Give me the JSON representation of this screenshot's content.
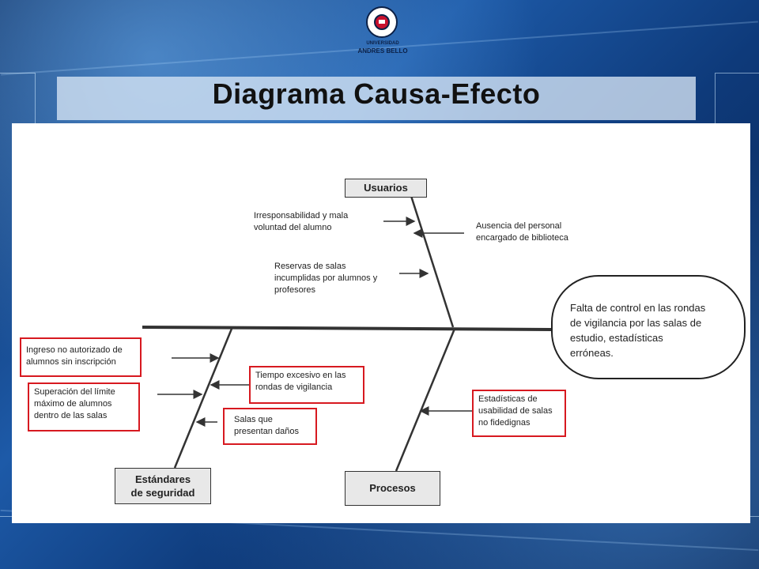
{
  "logo": {
    "line1": "UNIVERSIDAD",
    "line2": "ANDRES BELLO"
  },
  "slide": {
    "title": "Diagrama Causa-Efecto"
  },
  "effect": {
    "lines": [
      "Falta de control en las rondas",
      "de vigilancia por las salas de",
      "estudio, estadísticas",
      "erróneas."
    ]
  },
  "categories": {
    "usuarios": "Usuarios",
    "estandares": [
      "Estándares",
      "de seguridad"
    ],
    "procesos": "Procesos"
  },
  "causes": {
    "usuarios": [
      [
        "Irresponsabilidad y mala",
        "voluntad del alumno"
      ],
      [
        "Reservas de salas",
        "incumplidas por alumnos y",
        "profesores"
      ],
      [
        "Ausencia del personal",
        "encargado de biblioteca"
      ]
    ],
    "estandares": [
      [
        "Ingreso no autorizado de",
        "alumnos sin inscripción"
      ],
      [
        "Superación del límite",
        "máximo de alumnos",
        "dentro de las salas"
      ],
      [
        "Tiempo excesivo en las",
        "rondas de vigilancia"
      ],
      [
        "Salas que",
        "presentan daños"
      ]
    ],
    "procesos": [
      [
        "Estadísticas de",
        "usabilidad de salas",
        "no fidedignas"
      ]
    ]
  },
  "colors": {
    "highlight_border": "#d71920",
    "title_bar": "#d7e6f5"
  }
}
